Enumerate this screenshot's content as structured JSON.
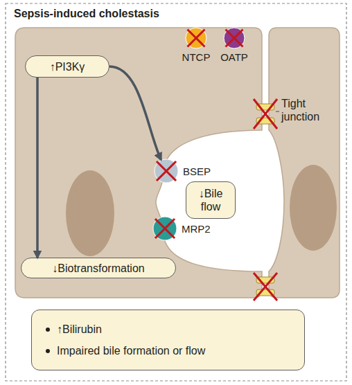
{
  "diagram": {
    "title": "Sepsis-induced cholestasis",
    "nodes": [
      {
        "text": [
          "NTCP"
        ]
      },
      {
        "text": [
          "OATP"
        ]
      },
      {
        "text": [
          "↑PI3Kγ"
        ]
      },
      {
        "text": [
          "BSEP"
        ]
      },
      {
        "text": [
          "↓Bile flow"
        ]
      },
      {
        "text": [
          "MRP2"
        ]
      },
      {
        "text": [
          "↓Biotransformation"
        ]
      },
      {
        "text": [
          "↑Bilirubin",
          "Impaired bile formation or flow"
        ]
      }
    ],
    "edges": [
      {
        "from": 2,
        "to": 3,
        "arrow": "to"
      },
      {
        "from": 2,
        "to": 6,
        "arrow": "to"
      }
    ],
    "labels": [
      "Tight junction"
    ]
  }
}
